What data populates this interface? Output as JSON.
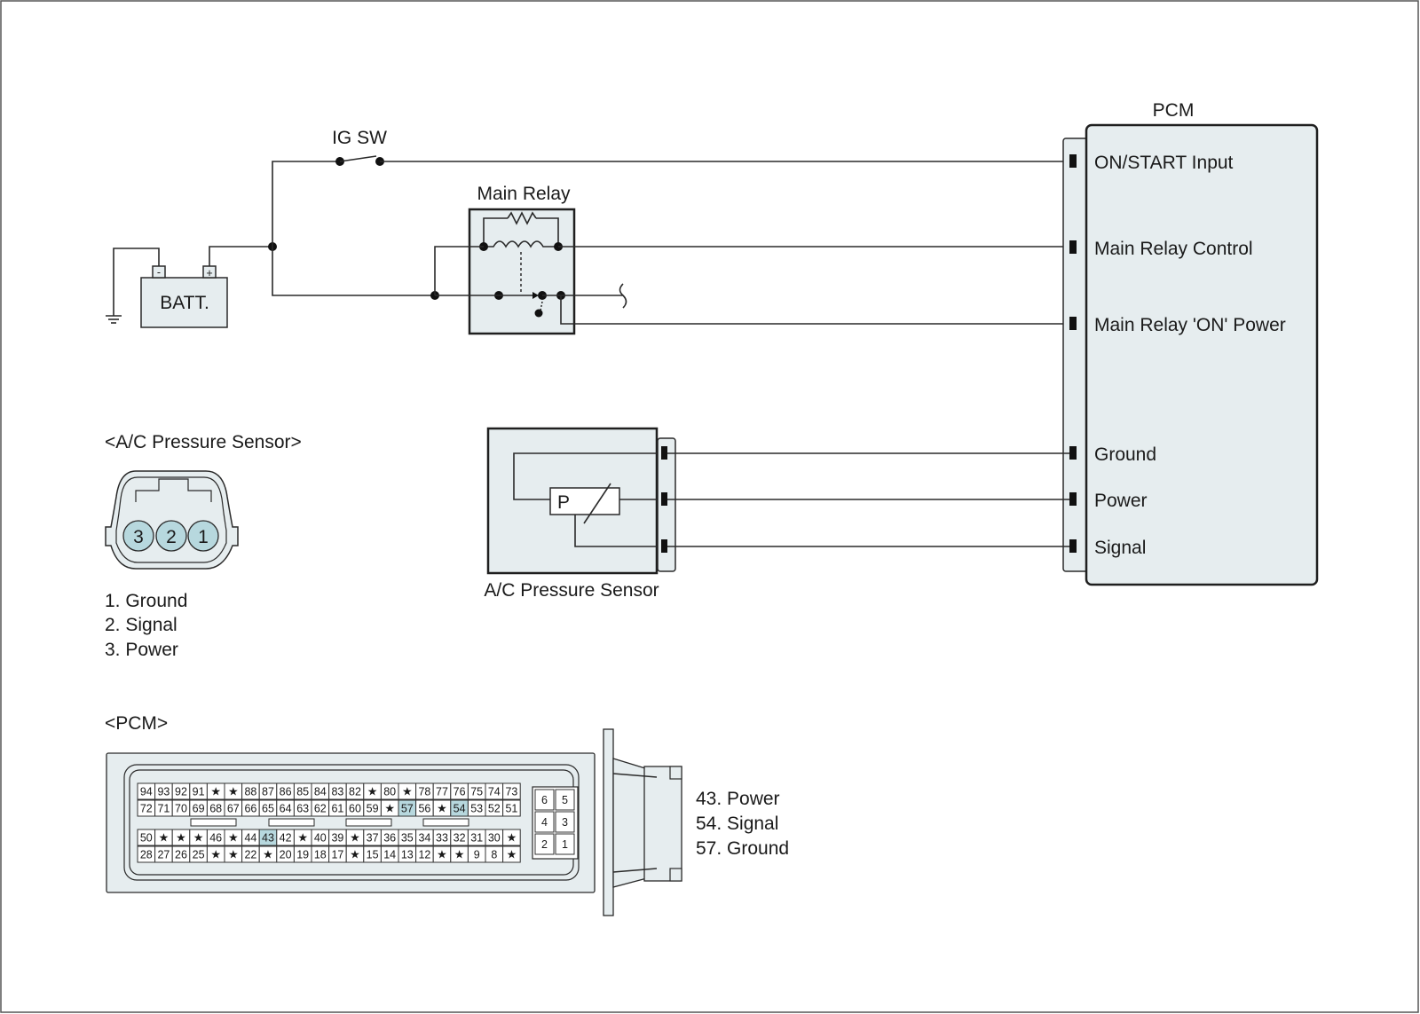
{
  "diagram": {
    "ig_switch": "IG SW",
    "main_relay": "Main Relay",
    "battery": "BATT.",
    "battery_neg": "-",
    "battery_pos": "+",
    "pcm_title": "PCM",
    "pcm_pins": [
      "ON/START Input",
      "Main Relay Control",
      "Main Relay 'ON' Power",
      "Ground",
      "Power",
      "Signal"
    ],
    "sensor_symbol": "P",
    "sensor_label": "A/C Pressure Sensor"
  },
  "connector_sensor": {
    "title": "<A/C Pressure Sensor>",
    "pins": [
      "3",
      "2",
      "1"
    ],
    "legend": [
      "1. Ground",
      "2. Signal",
      "3. Power"
    ]
  },
  "connector_pcm": {
    "title": "<PCM>",
    "rows": [
      [
        "94",
        "93",
        "92",
        "91",
        "★",
        "★",
        "88",
        "87",
        "86",
        "85",
        "84",
        "83",
        "82",
        "★",
        "80",
        "★",
        "78",
        "77",
        "76",
        "75",
        "74",
        "73"
      ],
      [
        "72",
        "71",
        "70",
        "69",
        "68",
        "67",
        "66",
        "65",
        "64",
        "63",
        "62",
        "61",
        "60",
        "59",
        "★",
        "57",
        "56",
        "★",
        "54",
        "53",
        "52",
        "51"
      ],
      [
        "50",
        "★",
        "★",
        "★",
        "46",
        "★",
        "44",
        "43",
        "42",
        "★",
        "40",
        "39",
        "★",
        "37",
        "36",
        "35",
        "34",
        "33",
        "32",
        "31",
        "30",
        "★"
      ],
      [
        "28",
        "27",
        "26",
        "25",
        "★",
        "★",
        "22",
        "★",
        "20",
        "19",
        "18",
        "17",
        "★",
        "15",
        "14",
        "13",
        "12",
        "★",
        "★",
        "9",
        "8",
        "★"
      ]
    ],
    "highlighted": [
      "57",
      "54",
      "43"
    ],
    "side_pins": [
      [
        "6",
        "5"
      ],
      [
        "4",
        "3"
      ],
      [
        "2",
        "1"
      ]
    ],
    "legend": [
      "43. Power",
      "54. Signal",
      "57. Ground"
    ],
    "highlight_color": "#b7d8de"
  },
  "colors": {
    "body_fill": "#e6edef",
    "line": "#2a2a2a"
  }
}
